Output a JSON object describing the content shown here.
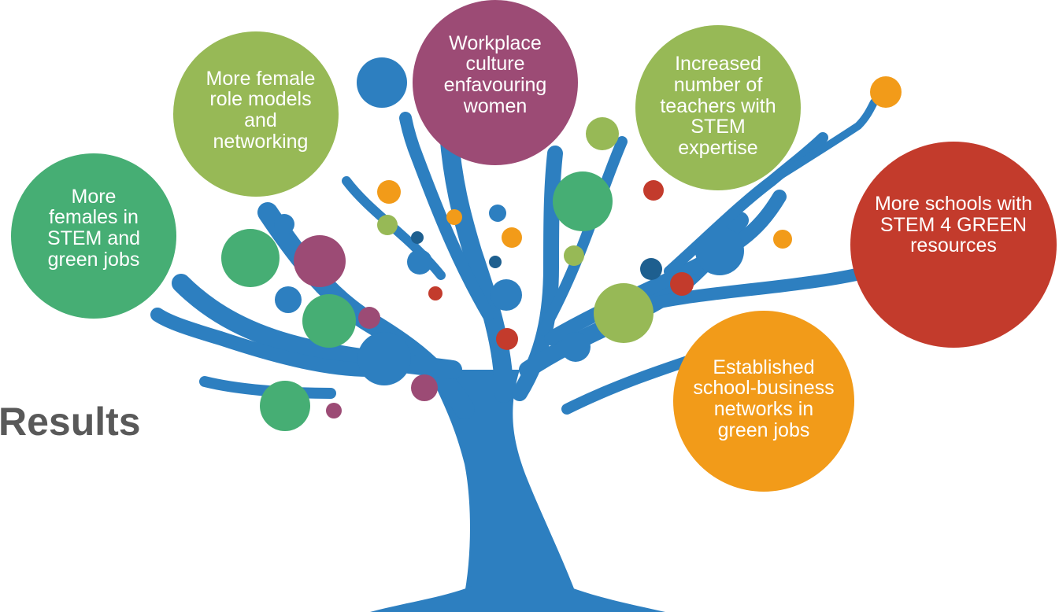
{
  "title": "Results",
  "colors": {
    "trunk": "#2d7fc0",
    "green": "#46ae74",
    "olive": "#97b956",
    "plum": "#9c4b75",
    "red": "#c33b2c",
    "orange": "#f29b19"
  },
  "bubbles": [
    {
      "id": "females-stem",
      "text": "More\nfemales in\nSTEM and\ngreen jobs",
      "color": "#46ae74"
    },
    {
      "id": "role-models",
      "text": "More female\nrole models\nand\nnetworking",
      "color": "#97b956"
    },
    {
      "id": "workplace",
      "text": "Workplace\nculture\nenfavouring\nwomen",
      "color": "#9c4b75"
    },
    {
      "id": "teachers",
      "text": "Increased\nnumber of\nteachers with\nSTEM\nexpertise",
      "color": "#97b956"
    },
    {
      "id": "schools",
      "text": "More schools with\nSTEM 4 GREEN\nresources",
      "color": "#c33b2c"
    },
    {
      "id": "networks",
      "text": "Established\nschool-business\nnetworks in\ngreen jobs",
      "color": "#f29b19"
    }
  ]
}
